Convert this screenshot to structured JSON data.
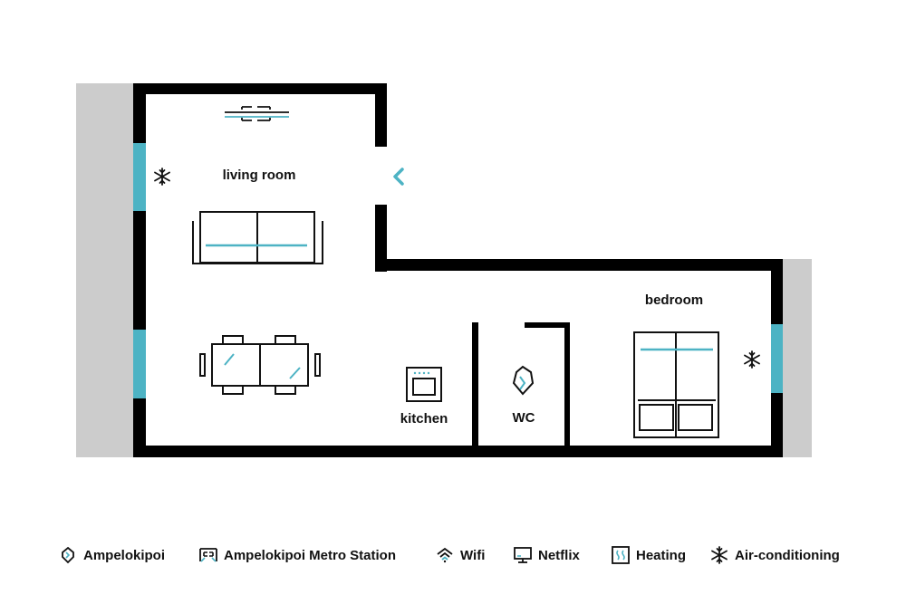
{
  "rooms": {
    "living_room": "living room",
    "kitchen": "kitchen",
    "wc": "WC",
    "bedroom": "bedroom"
  },
  "colors": {
    "wall": "#000000",
    "window": "#4db3c4",
    "balcony": "#cccccc",
    "accent": "#4db3c4"
  },
  "legend": [
    {
      "icon": "location-pin-icon",
      "label": "Ampelokipoi"
    },
    {
      "icon": "metro-station-icon",
      "label": "Ampelokipoi Metro Station"
    },
    {
      "icon": "wifi-icon",
      "label": "Wifi"
    },
    {
      "icon": "tv-monitor-icon",
      "label": "Netflix"
    },
    {
      "icon": "heating-icon",
      "label": "Heating"
    },
    {
      "icon": "snowflake-icon",
      "label": "Air-conditioning"
    }
  ]
}
